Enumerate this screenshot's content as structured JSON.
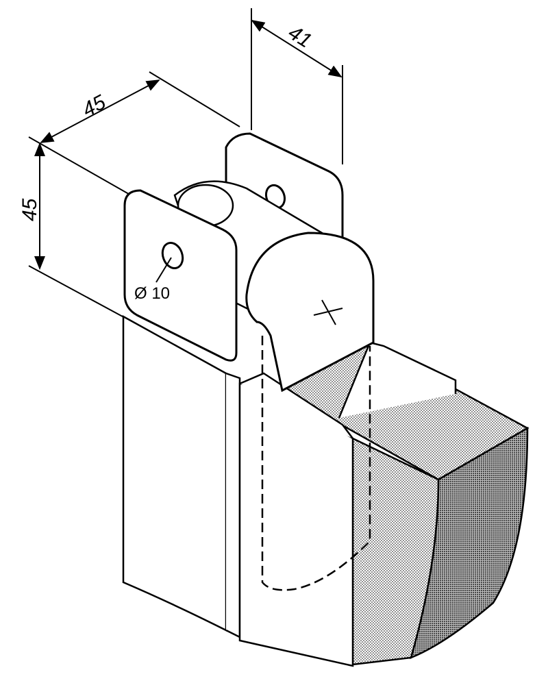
{
  "drawing": {
    "type": "isometric technical drawing",
    "subject": "hinge bracket mounted on block with hatched (shaded) cut section",
    "dimensions": {
      "top_depth": "41",
      "top_width": "45",
      "height": "45",
      "hole_diameter": "Ø 10"
    },
    "colors": {
      "line": "#000000",
      "background": "#ffffff",
      "hatch_light": "#c8c8c8",
      "hatch_dark": "#8a8a8a"
    }
  }
}
